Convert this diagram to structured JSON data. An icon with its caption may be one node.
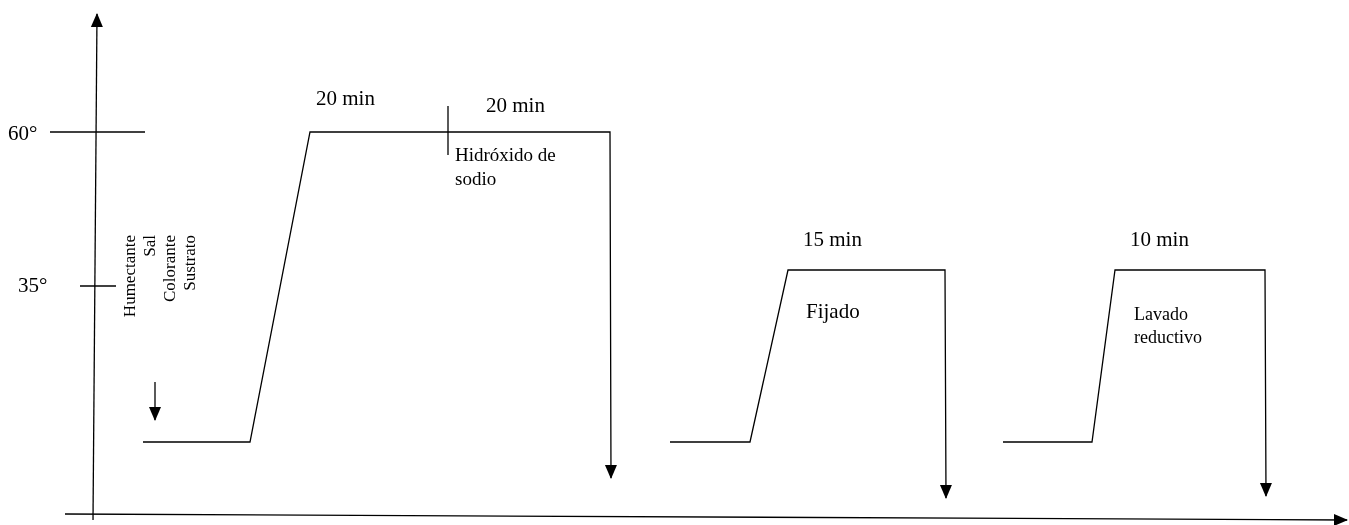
{
  "diagram": {
    "labels": [
      "60°",
      "20 min",
      "20 min",
      "Hidróxido de sodio",
      "15 min",
      "10 min",
      "35°",
      "Fijado",
      "Lavado reductivo",
      "Humectante",
      "Sal",
      "Colorante",
      "Sustrato"
    ]
  }
}
